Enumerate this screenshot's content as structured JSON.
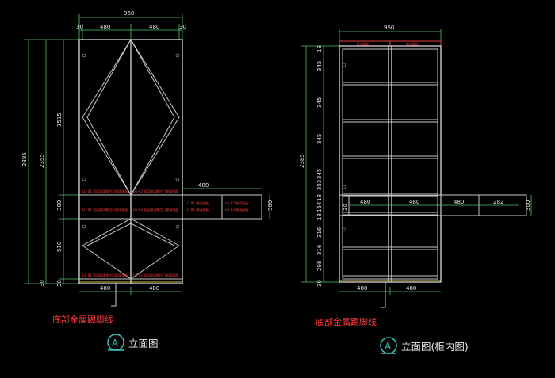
{
  "left_view": {
    "total_width": "960",
    "col_widths": [
      "480",
      "480"
    ],
    "offset_30": "30",
    "heights_outer": [
      "2385"
    ],
    "heights_second": [
      "2355"
    ],
    "heights_inner": [
      "1515",
      "300",
      "510",
      "30"
    ],
    "heights_small": [
      "30",
      "30"
    ],
    "shelf_width": "480",
    "shelf_height": "300",
    "red_labels": [
      "LG-01 双层玻璃推拉门玻璃镜面",
      "LG-02 双层玻璃推拉门玻璃镜面",
      "LG-01 双层玻璃推拉门玻璃镜面",
      "LG-02 双层玻璃推拉门玻璃镜面",
      "LG-01 双层玻璃推拉门玻璃镜面",
      "LG-02 双层玻璃推拉门玻璃镜面",
      "LG-01 玻璃面板",
      "LG-02 玻璃面板",
      "LG-01 玻璃面板",
      "LG-02 玻璃面板"
    ],
    "bottom_dims": [
      "480",
      "480"
    ],
    "note": "底部金属踢脚线",
    "mark_letter": "A",
    "title": "立面图"
  },
  "right_view": {
    "total_width": "960",
    "col_widths": [
      "480",
      "480"
    ],
    "header_labels": [
      "柜内层板",
      "柜内层板"
    ],
    "heights_outer": [
      "2385"
    ],
    "row_dims": [
      "18",
      "345",
      "345",
      "345",
      "345",
      "353",
      "18",
      "154",
      "18",
      "316",
      "316",
      "298",
      "30"
    ],
    "bottom_dims": [
      "480",
      "480"
    ],
    "drawer_dims": [
      "30",
      "480",
      "480",
      "480",
      "282"
    ],
    "drawer_height": "300",
    "note": "底部金属踢脚线",
    "mark_letter": "A",
    "title": "立面图(柜内图)"
  },
  "colors": {
    "background": "#000000",
    "lines": "#c8c8c8",
    "dimension": "#4fc36a",
    "note_red": "#ff3a3a",
    "marker": "#39c9c0",
    "skirting": "#d8c34a"
  }
}
